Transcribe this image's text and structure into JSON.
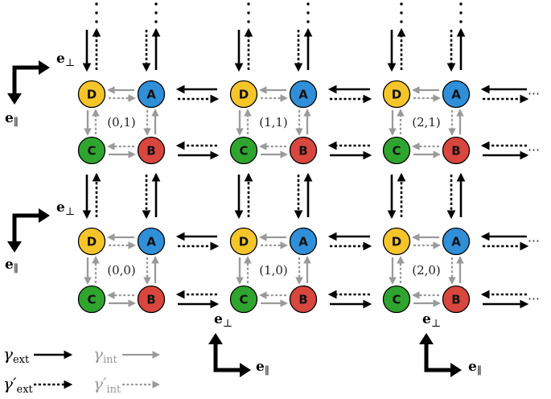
{
  "colors": {
    "A": "#2f8fd8",
    "B": "#d9463e",
    "C": "#2fa52f",
    "D": "#f5c52a",
    "external": "#000000",
    "internal": "#9a9a9a"
  },
  "node_labels": {
    "A": "A",
    "B": "B",
    "C": "C",
    "D": "D"
  },
  "coords": {
    "c00": "(0,0)",
    "c10": "(1,0)",
    "c20": "(2,0)",
    "c01": "(0,1)",
    "c11": "(1,1)",
    "c21": "(2,1)"
  },
  "axes": {
    "perp_main": "e",
    "perp_sub": "⊥",
    "par_main": "e",
    "par_sub": "∥"
  },
  "legend": {
    "gamma": "γ",
    "gamma_prime": "γ′",
    "ext": "ext",
    "int": "int"
  },
  "ellipsis": "⋯"
}
